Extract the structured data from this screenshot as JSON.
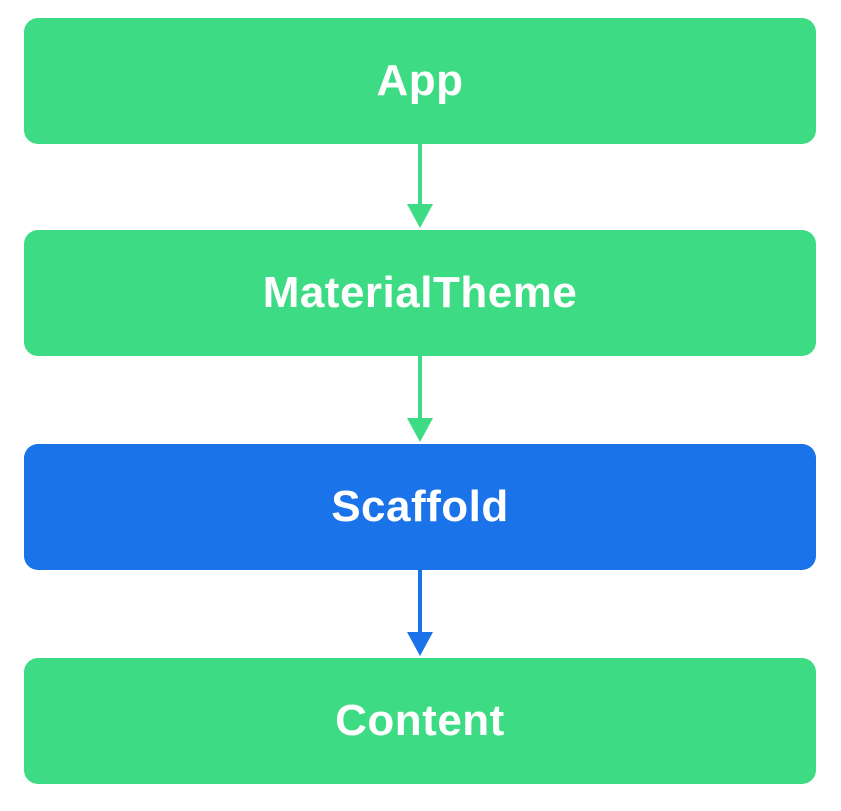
{
  "diagram": {
    "nodes": [
      {
        "label": "App",
        "role": "default"
      },
      {
        "label": "MaterialTheme",
        "role": "default"
      },
      {
        "label": "Scaffold",
        "role": "highlight"
      },
      {
        "label": "Content",
        "role": "default"
      }
    ],
    "colors": {
      "default": "#3ddc84",
      "highlight": "#1a73e8",
      "text": "#ffffff"
    }
  }
}
